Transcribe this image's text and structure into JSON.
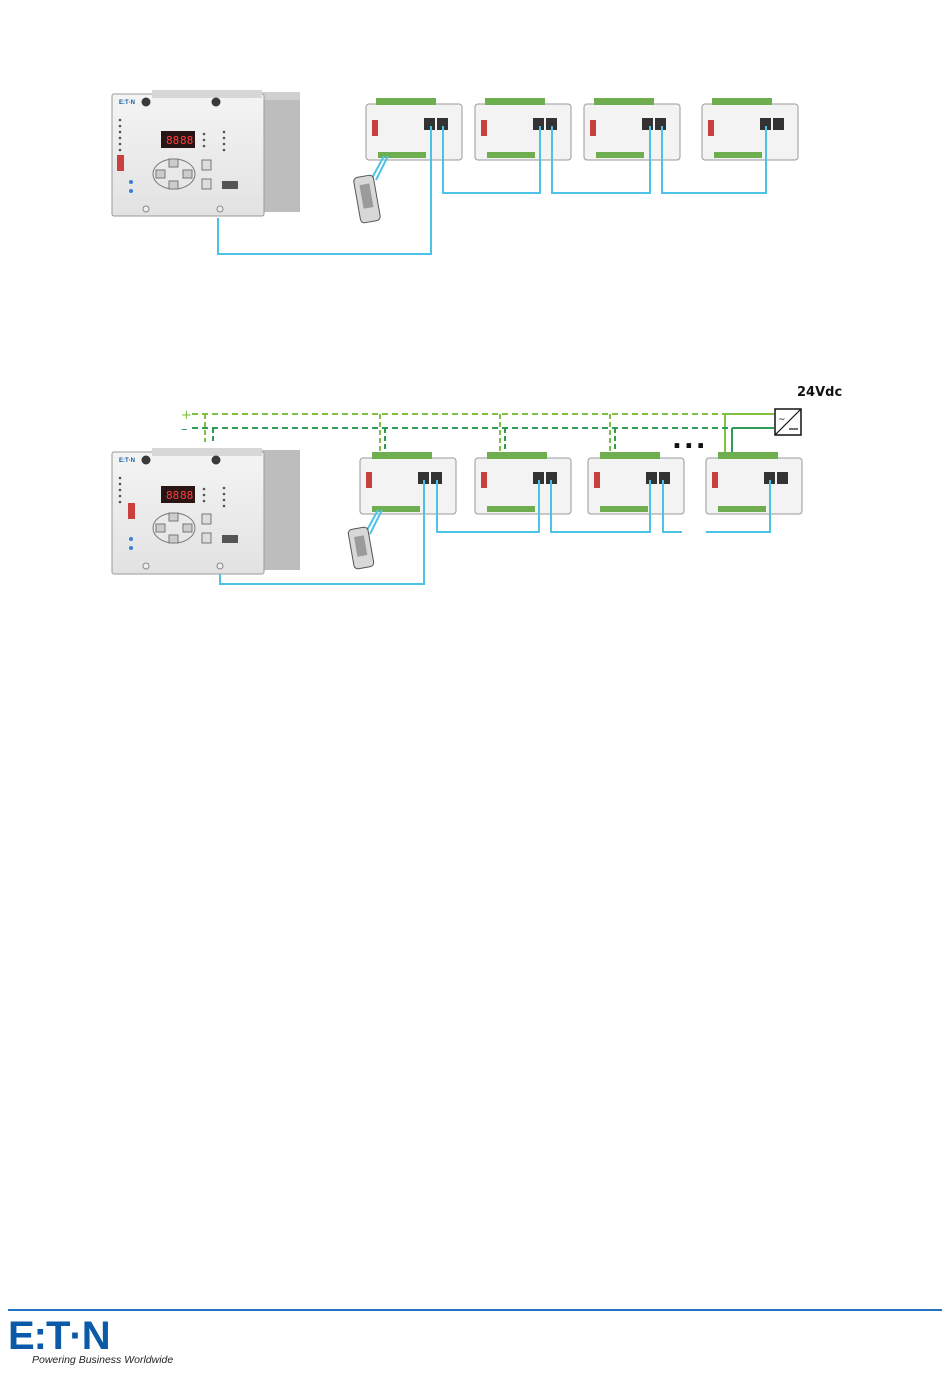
{
  "diagram": {
    "power_supply_label": "24Vdc",
    "plus_symbol": "+",
    "minus_symbol": "–",
    "ellipsis": "...",
    "relay_brand": "E:T·N"
  },
  "colors": {
    "network_cable": "#4cc3e6",
    "power_plus": "#7fc241",
    "power_minus": "#2e9b57",
    "footer_rule": "#1f74c5",
    "brand": "#0a5aa8"
  },
  "footer": {
    "logo_text": "E:T·N",
    "tagline": "Powering Business Worldwide"
  }
}
